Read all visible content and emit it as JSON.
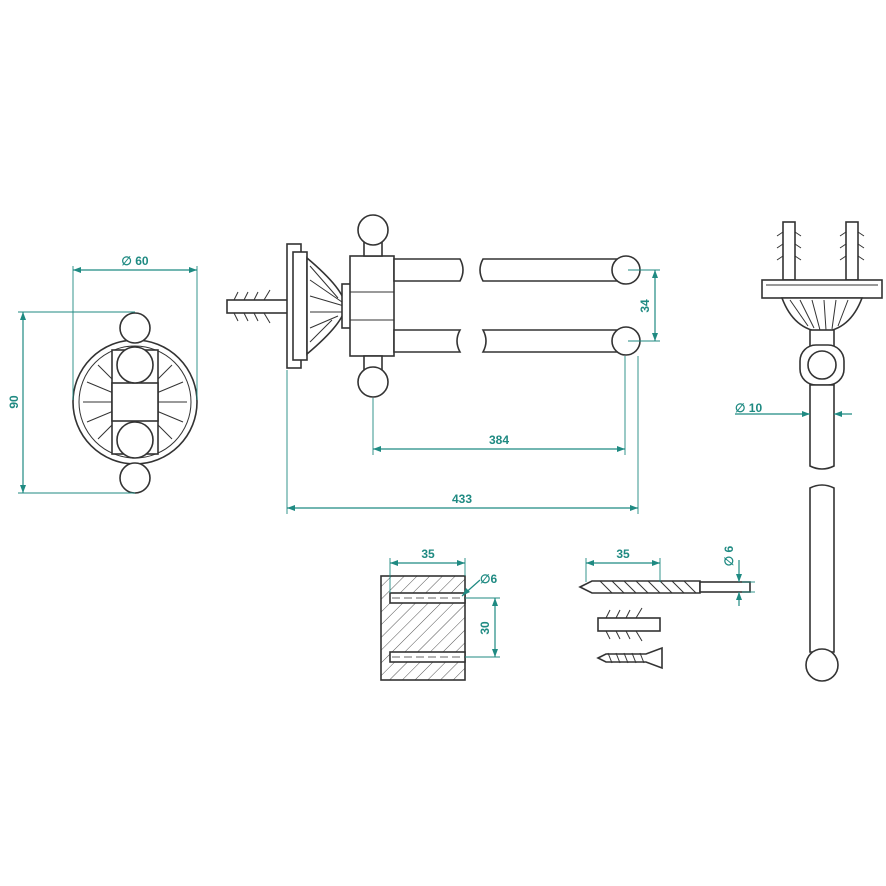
{
  "dimensions": {
    "diameter_60": "∅ 60",
    "height_90": "90",
    "spacing_34": "34",
    "length_384": "384",
    "length_433": "433",
    "diameter_10": "∅ 10",
    "hole_depth_35": "35",
    "hole_diameter_6": "∅6",
    "hole_spacing_30": "30",
    "drill_depth_35": "35",
    "drill_diameter_6": "∅ 6"
  },
  "colors": {
    "dimension": "#1f8a82",
    "outline": "#333333"
  }
}
